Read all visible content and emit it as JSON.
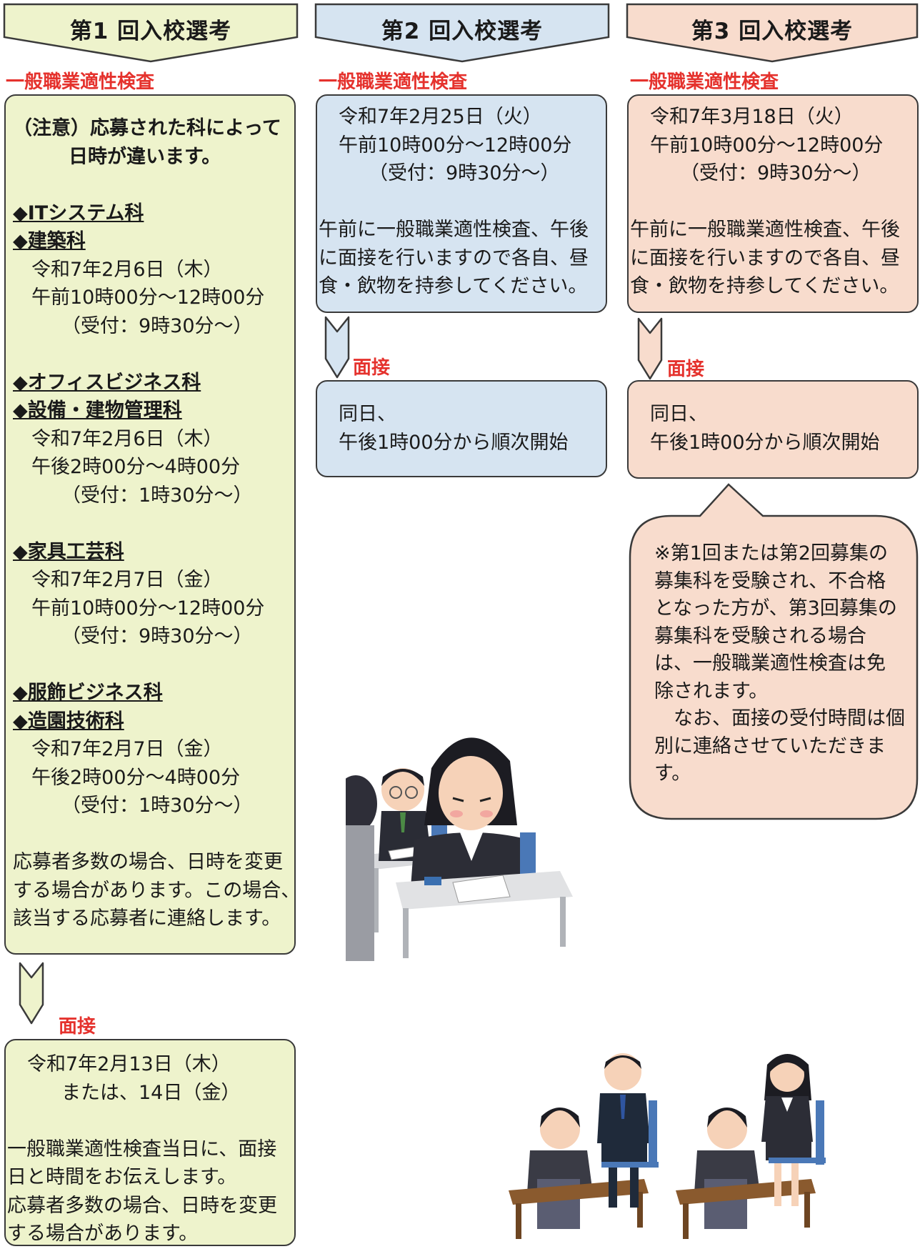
{
  "columns": [
    {
      "header": "第1 回入校選考",
      "exam_label": "一般職業適性検査",
      "exam_lines": [
        {
          "text": "（注意）応募された科によって",
          "style": "b",
          "indent": 10
        },
        {
          "text": "日時が違います。",
          "style": "b",
          "indent": 88
        },
        {
          "text": "",
          "style": "",
          "indent": 0
        },
        {
          "text": "◆ITシステム科",
          "style": "ul",
          "indent": 10
        },
        {
          "text": "◆建築科",
          "style": "ul",
          "indent": 10
        },
        {
          "text": "令和7年2月6日（木）",
          "style": "",
          "indent": 36
        },
        {
          "text": "午前10時00分～12時00分",
          "style": "",
          "indent": 36
        },
        {
          "text": "（受付：9時30分～）",
          "style": "",
          "indent": 78
        },
        {
          "text": "",
          "style": "",
          "indent": 0
        },
        {
          "text": "◆オフィスビジネス科",
          "style": "ul",
          "indent": 10
        },
        {
          "text": "◆設備・建物管理科",
          "style": "ul",
          "indent": 10
        },
        {
          "text": "令和7年2月6日（木）",
          "style": "",
          "indent": 36
        },
        {
          "text": "午後2時00分～4時00分",
          "style": "",
          "indent": 36
        },
        {
          "text": "（受付：1時30分～）",
          "style": "",
          "indent": 78
        },
        {
          "text": "",
          "style": "",
          "indent": 0
        },
        {
          "text": "◆家具工芸科",
          "style": "ul",
          "indent": 10
        },
        {
          "text": "令和7年2月7日（金）",
          "style": "",
          "indent": 36
        },
        {
          "text": "午前10時00分～12時00分",
          "style": "",
          "indent": 36
        },
        {
          "text": "（受付：9時30分～）",
          "style": "",
          "indent": 78
        },
        {
          "text": "",
          "style": "",
          "indent": 0
        },
        {
          "text": "◆服飾ビジネス科",
          "style": "ul",
          "indent": 10
        },
        {
          "text": "◆造園技術科",
          "style": "ul",
          "indent": 10
        },
        {
          "text": "令和7年2月7日（金）",
          "style": "",
          "indent": 36
        },
        {
          "text": "午後2時00分～4時00分",
          "style": "",
          "indent": 36
        },
        {
          "text": "（受付：1時30分～）",
          "style": "",
          "indent": 78
        },
        {
          "text": "",
          "style": "",
          "indent": 0
        },
        {
          "text": "応募者多数の場合、日時を変更",
          "style": "",
          "indent": 10
        },
        {
          "text": "する場合があります。この場合、",
          "style": "",
          "indent": 10
        },
        {
          "text": "該当する応募者に連絡します。",
          "style": "",
          "indent": 10
        }
      ],
      "interview_label": "面接",
      "interview_lines": [
        {
          "text": "令和7年2月13日（木）",
          "style": "",
          "indent": 30
        },
        {
          "text": "または、14日（金）",
          "style": "",
          "indent": 78
        },
        {
          "text": "",
          "style": "",
          "indent": 0
        },
        {
          "text": "一般職業適性検査当日に、面接",
          "style": "",
          "indent": 2
        },
        {
          "text": "日と時間をお伝えします。",
          "style": "",
          "indent": 2
        },
        {
          "text": "応募者多数の場合、日時を変更",
          "style": "",
          "indent": 2
        },
        {
          "text": "する場合があります。",
          "style": "",
          "indent": 2
        }
      ]
    },
    {
      "header": "第2 回入校選考",
      "exam_label": "一般職業適性検査",
      "exam_lines": [
        {
          "text": "令和7年2月25日（火）",
          "style": "",
          "indent": 30
        },
        {
          "text": "午前10時00分～12時00分",
          "style": "",
          "indent": 30
        },
        {
          "text": "（受付：9時30分～）",
          "style": "",
          "indent": 72
        },
        {
          "text": "",
          "style": "",
          "indent": 0
        },
        {
          "text": "午前に一般職業適性検査、午後",
          "style": "",
          "indent": 2
        },
        {
          "text": "に面接を行いますので各自、昼",
          "style": "",
          "indent": 2
        },
        {
          "text": "食・飲物を持参してください。",
          "style": "",
          "indent": 2
        }
      ],
      "interview_label": "面接",
      "interview_lines": [
        {
          "text": "同日、",
          "style": "",
          "indent": 30
        },
        {
          "text": "午後1時00分から順次開始",
          "style": "",
          "indent": 30
        }
      ]
    },
    {
      "header": "第3 回入校選考",
      "exam_label": "一般職業適性検査",
      "exam_lines": [
        {
          "text": "令和7年3月18日（火）",
          "style": "",
          "indent": 30
        },
        {
          "text": "午前10時00分～12時00分",
          "style": "",
          "indent": 30
        },
        {
          "text": "（受付：9時30分～）",
          "style": "",
          "indent": 72
        },
        {
          "text": "",
          "style": "",
          "indent": 0
        },
        {
          "text": "午前に一般職業適性検査、午後",
          "style": "",
          "indent": 2
        },
        {
          "text": "に面接を行いますので各自、昼",
          "style": "",
          "indent": 2
        },
        {
          "text": "食・飲物を持参してください。",
          "style": "",
          "indent": 2
        }
      ],
      "interview_label": "面接",
      "interview_lines": [
        {
          "text": "同日、",
          "style": "",
          "indent": 30
        },
        {
          "text": "午後1時00分から順次開始",
          "style": "",
          "indent": 30
        }
      ]
    }
  ],
  "note": {
    "lines": [
      "※第1回または第2回募集の",
      "募集科を受験され、不合格",
      "となった方が、第3回募集の",
      "募集科を受験される場合",
      "は、一般職業適性検査は免",
      "除されます。",
      "　なお、面接の受付時間は個",
      "別に連絡させていただきま",
      "す。"
    ]
  },
  "colors": {
    "green_fill": "#eef3cc",
    "blue_fill": "#d6e4f1",
    "pink_fill": "#f8dccd",
    "red_text": "#e5322d",
    "border": "#3a3a3a"
  }
}
